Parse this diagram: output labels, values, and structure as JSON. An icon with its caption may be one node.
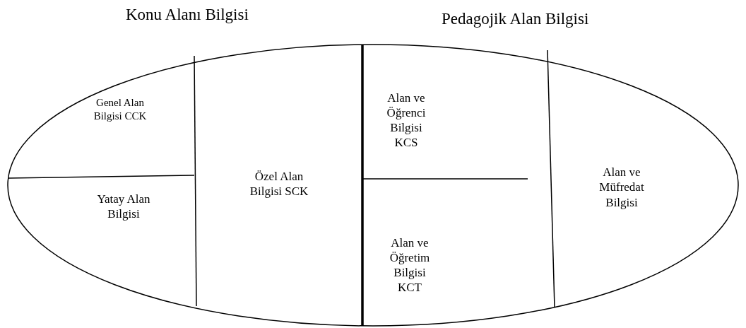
{
  "diagram": {
    "nodes": [
      {
        "text": [
          "Genel Alan Bilgisi CCK"
        ]
      },
      {
        "text": [
          "Yatay Alan Bilgisi"
        ]
      },
      {
        "text": [
          "Özel Alan Bilgisi SCK"
        ]
      },
      {
        "text": [
          "Alan ve Öğrenci Bilgisi KCS"
        ]
      },
      {
        "text": [
          "Alan ve Öğretim Bilgisi KCT"
        ]
      },
      {
        "text": [
          "Alan ve Müfredat Bilgisi"
        ]
      }
    ],
    "edges": [],
    "labels": [
      "Konu Alanı Bilgisi",
      "Pedagojik Alan Bilgisi"
    ]
  }
}
